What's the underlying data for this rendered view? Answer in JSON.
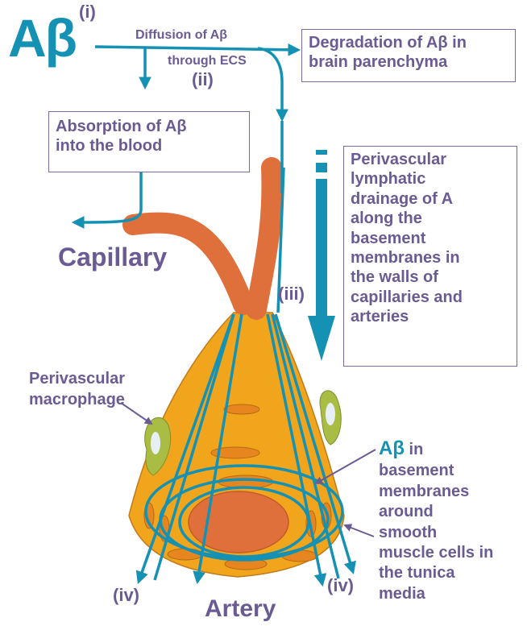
{
  "colors": {
    "text": "#6b5b93",
    "flow": "#1591b3",
    "vessel": "#e0703b",
    "artery_wall": "#f0a51c",
    "macrophage": "#a9bd45"
  },
  "labels": {
    "abeta": "Aβ",
    "marker_i": "(i)",
    "marker_ii": "(ii)",
    "marker_iii": "(iii)",
    "marker_iv_left": "(iv)",
    "marker_iv_right": "(iv)",
    "diffusion_line1": "Diffusion of Aβ",
    "diffusion_line2": "through ECS",
    "degradation_line1": "Degradation of Aβ in",
    "degradation_line2": "brain parenchyma",
    "absorption_line1": "Absorption of Aβ",
    "absorption_line2": "into the blood",
    "perivascular_drainage": [
      "Perivascular",
      "lymphatic",
      "drainage of A",
      "along the",
      "basement",
      "membranes in",
      "the walls of",
      "capillaries and",
      "arteries"
    ],
    "capillary": "Capillary",
    "macrophage_line1": "Perivascular",
    "macrophage_line2": "macrophage",
    "abeta_small": "Aβ",
    "abeta_membranes_first": " in",
    "abeta_membranes": [
      "basement",
      "membranes",
      "around",
      "smooth",
      "muscle cells in",
      "the tunica",
      "media"
    ],
    "artery": "Artery"
  }
}
